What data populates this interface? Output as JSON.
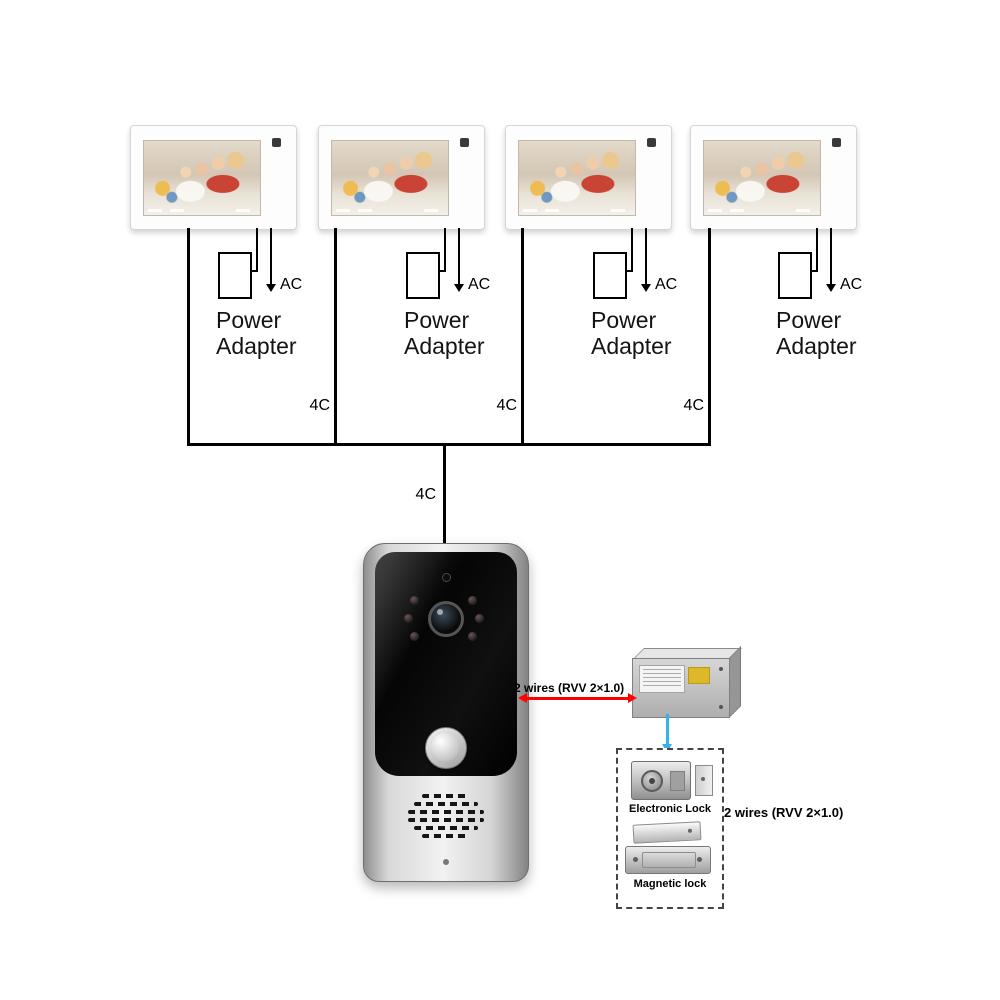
{
  "labels": {
    "power_adapter": "Power Adapter",
    "ac": "AC",
    "cable_4c": "4C",
    "wires_rvv": "2 wires (RVV 2×1.0)",
    "electronic_lock": "Electronic Lock",
    "magnetic_lock": "Magnetic lock"
  },
  "colors": {
    "signal_wire": "#000000",
    "power_wire": "#ff0000",
    "lock_wire": "#35b3e7"
  },
  "counts": {
    "indoor_monitors": 4,
    "power_adapters": 4
  }
}
